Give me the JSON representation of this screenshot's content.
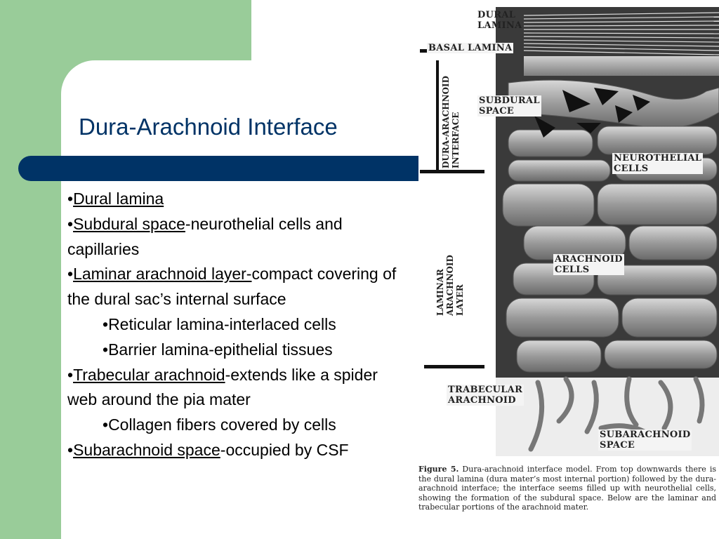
{
  "slide": {
    "title": "Dura-Arachnoid Interface",
    "colors": {
      "green": "#99cc99",
      "navy": "#003366"
    },
    "bullets": [
      {
        "bullet": "•",
        "link": "Dural lamina",
        "rest": ""
      },
      {
        "bullet": "•",
        "link": "Subdural space",
        "rest": "-neurothelial cells and capillaries"
      },
      {
        "bullet": "•",
        "link": "Laminar arachnoid layer-",
        "rest": "compact covering of the dural sac’s internal surface"
      },
      {
        "bullet": "•",
        "link": "",
        "rest": "Reticular lamina-interlaced cells",
        "sub": true
      },
      {
        "bullet": "•",
        "link": "",
        "rest": "Barrier lamina-epithelial tissues",
        "sub": true
      },
      {
        "bullet": "•",
        "link": "Trabecular arachnoid",
        "rest": "-extends like a spider web around the pia mater"
      },
      {
        "bullet": "•",
        "link": "",
        "rest": "Collagen fibers covered by cells",
        "sub": true
      },
      {
        "bullet": "•",
        "link": "Subarachnoid space",
        "rest": "-occupied by CSF"
      }
    ]
  },
  "figure": {
    "labels": {
      "dural_lamina_1": "DURAL",
      "dural_lamina_2": "LAMINA",
      "basal_lamina": "BASAL LAMINA",
      "subdural_1": "SUBDURAL",
      "subdural_2": "SPACE",
      "neurothelial_1": "NEUROTHELIAL",
      "neurothelial_2": "CELLS",
      "arachnoid_1": "ARACHNOID",
      "arachnoid_2": "CELLS",
      "trabecular_1": "TRABECULAR",
      "trabecular_2": "ARACHNOID",
      "subarachnoid_1": "SUBARACHNOID",
      "subarachnoid_2": "SPACE",
      "interface_1": "DURA-ARACHNOID",
      "interface_2": "INTERFACE",
      "laminar_1": "LAMINAR",
      "laminar_2": "ARACHNOID",
      "laminar_3": "LAYER"
    },
    "caption_label": "Figure 5.",
    "caption_text": " Dura-arachnoid interface model. From top downwards there is the dural lamina (dura mater’s most internal portion) followed by the dura-arachnoid interface; the interface seems filled up with neurothelial cells, showing the formation of the subdural space. Below are the laminar and trabecular portions of the arachnoid mater."
  }
}
